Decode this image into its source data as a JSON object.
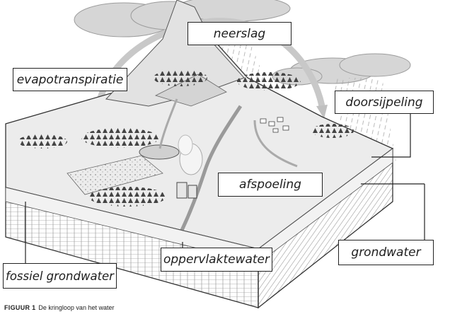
{
  "labels": {
    "neerslag": "neerslag",
    "evapotranspiratie": "evapotranspiratie",
    "doorsijpeling": "doorsijpeling",
    "afspoeling": "afspoeling",
    "oppervlaktewater": "oppervlaktewater",
    "grondwater": "grondwater",
    "fossiel_grondwater": "fossiel grondwater"
  },
  "caption": {
    "number": "FIGUUR 1",
    "text": "De kringloop van het water"
  }
}
